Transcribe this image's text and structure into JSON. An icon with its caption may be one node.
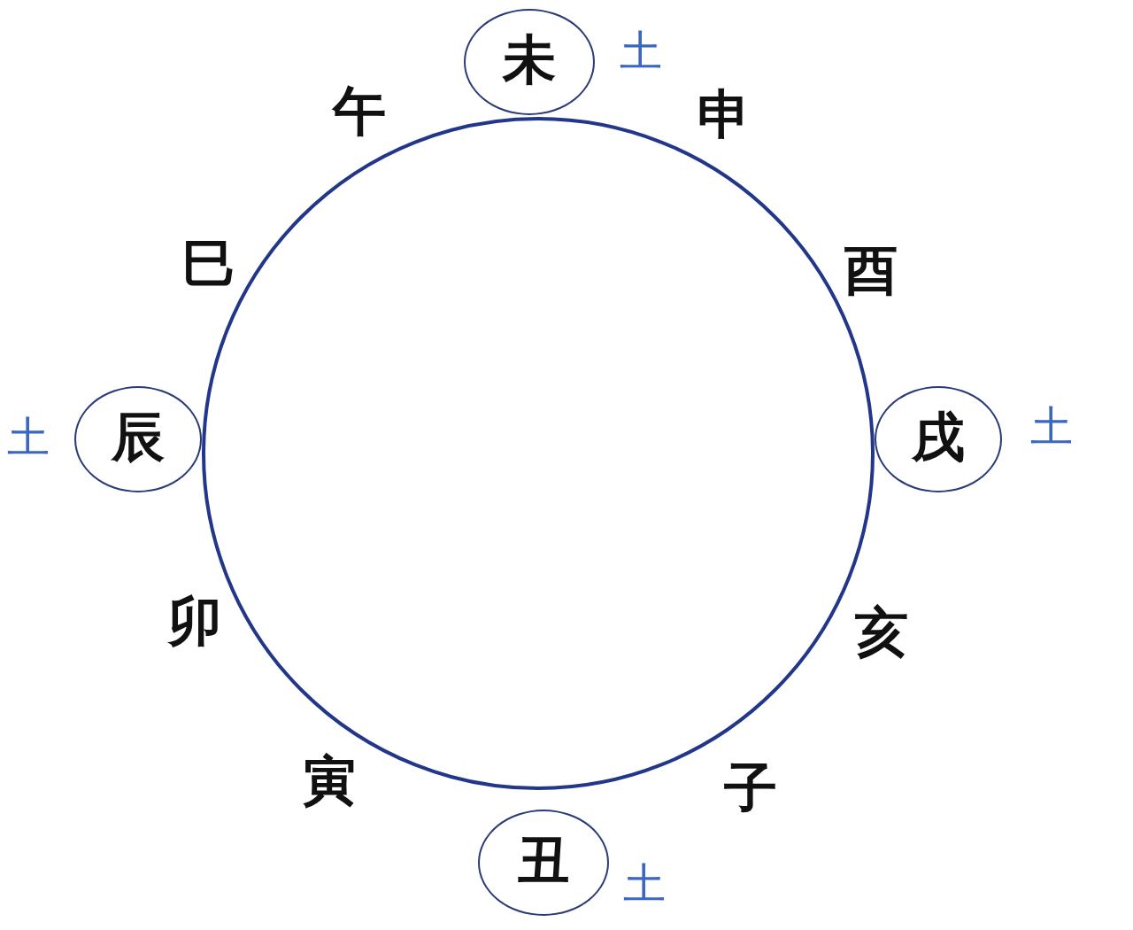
{
  "diagram": {
    "nodes": [
      {
        "text": [
          "未"
        ],
        "beside": [
          "土"
        ]
      },
      {
        "text": [],
        "shape": "circle"
      },
      {
        "text": [
          "辰"
        ],
        "beside": [
          "土"
        ]
      },
      {
        "text": [
          "戌"
        ],
        "beside": [
          "土"
        ]
      },
      {
        "text": [
          "丑"
        ],
        "beside": [
          "土"
        ]
      }
    ],
    "labels": [
      "午",
      "申",
      "巳",
      "酉",
      "卯",
      "亥",
      "寅",
      "子"
    ]
  }
}
